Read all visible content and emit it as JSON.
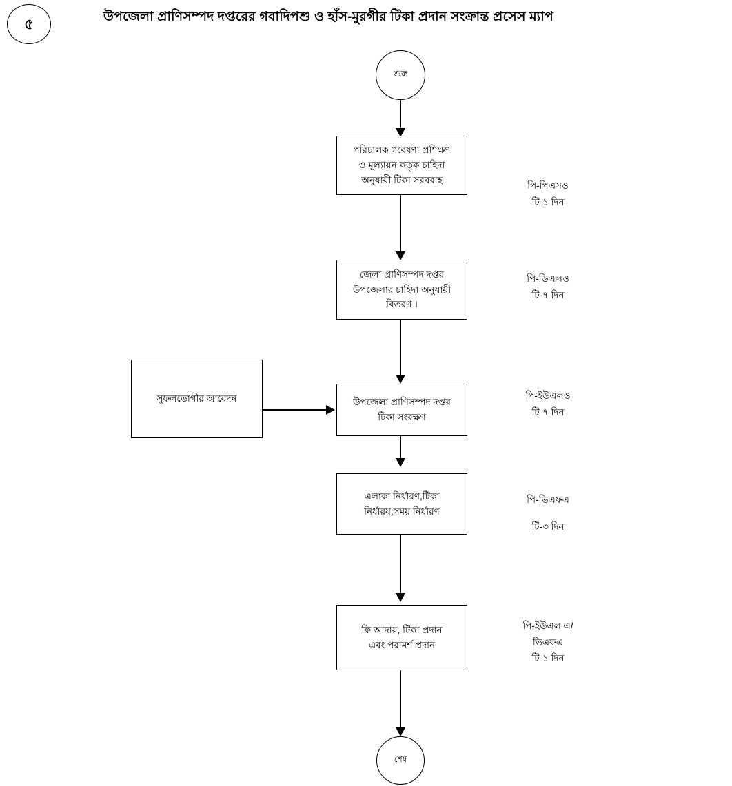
{
  "header": {
    "page_number": "৫",
    "title": "উপজেলা প্রাণিসম্পদ দপ্তরের গবাদিপশু ও হাঁস-মুরগীর টিকা প্রদান সংক্রান্ত  প্রসেস ম্যাপ"
  },
  "chart_data": {
    "type": "diagram",
    "diagram_type": "flowchart",
    "orientation": "top-to-bottom",
    "nodes": [
      {
        "id": "start",
        "shape": "circle",
        "label": "শুরু"
      },
      {
        "id": "step1",
        "shape": "rectangle",
        "label": "পরিচালক গবেষণা প্রশিক্ষণ ও মূল্যায়ন কতৃক চাহিদা অনুযায়ী টিকা সরবরাহ"
      },
      {
        "id": "step2",
        "shape": "rectangle",
        "label": "জেলা প্রাণিসম্পদ দপ্তর উপজেলার চাহিদা অনুযায়ী বিতরণ ।"
      },
      {
        "id": "applicant",
        "shape": "rectangle",
        "label": "সুফলভোগীর আবেদন"
      },
      {
        "id": "step3",
        "shape": "rectangle",
        "label": "উপজেলা প্রাণিসম্পদ দপ্তর টিকা সংরক্ষণ"
      },
      {
        "id": "step4",
        "shape": "rectangle",
        "label": "এলাকা নির্ধারণ,টিকা নির্ধারয়,সময় নির্ধারণ"
      },
      {
        "id": "step5",
        "shape": "rectangle",
        "label": "ফি আদায়, টিকা  প্রদান এবং পরামর্শ প্রদান"
      },
      {
        "id": "end",
        "shape": "circle",
        "label": "শেষ"
      }
    ],
    "edges": [
      {
        "from": "start",
        "to": "step1",
        "direction": "down"
      },
      {
        "from": "step1",
        "to": "step2",
        "direction": "down"
      },
      {
        "from": "step2",
        "to": "step3",
        "direction": "down"
      },
      {
        "from": "applicant",
        "to": "step3",
        "direction": "right"
      },
      {
        "from": "step3",
        "to": "step4",
        "direction": "down"
      },
      {
        "from": "step4",
        "to": "step5",
        "direction": "down"
      },
      {
        "from": "step5",
        "to": "end",
        "direction": "down"
      }
    ],
    "annotations": [
      {
        "for": "step1",
        "text": "পি-পিএসও\nটি-১ দিন"
      },
      {
        "for": "step2",
        "text": "পি-ডিএলও\nটি-৭ দিন"
      },
      {
        "for": "step3",
        "text": "পি-ইউএলও\nটি-৭ দিন"
      },
      {
        "for": "step4",
        "text": "পি-ভিএফএ\nটি-৩ দিন"
      },
      {
        "for": "step5",
        "text": "পি-ইউএল এ/\nভিএফএ\nটি-১ দিন"
      }
    ]
  },
  "nodes": {
    "start": {
      "label": "শুরু"
    },
    "step1": {
      "line1": "পরিচালক গবেষণা প্রশিক্ষণ",
      "line2": "ও মূল্যায়ন কতৃক চাহিদা",
      "line3": "অনুযায়ী টিকা সরবরাহ"
    },
    "step2": {
      "line1": "জেলা প্রাণিসম্পদ দপ্তর",
      "line2": "উপজেলার চাহিদা অনুযায়ী",
      "line3": "বিতরণ ।"
    },
    "applicant": {
      "label": "সুফলভোগীর আবেদন"
    },
    "step3": {
      "line1": "উপজেলা প্রাণিসম্পদ দপ্তর",
      "line2": "টিকা সংরক্ষণ"
    },
    "step4": {
      "line1": "এলাকা নির্ধারণ,টিকা",
      "line2": "নির্ধারয়,সময় নির্ধারণ"
    },
    "step5": {
      "line1": "ফি আদায়, টিকা  প্রদান",
      "line2": "এবং পরামর্শ প্রদান"
    },
    "end": {
      "label": "শেষ"
    }
  },
  "notes": {
    "note1": "পি-পিএসও\nটি-১ দিন",
    "note2": "পি-ডিএলও\nটি-৭ দিন",
    "note3": "পি-ইউএলও\nটি-৭ দিন",
    "note4": "পি-ভিএফএ\nটি-৩ দিন",
    "note5": "পি-ইউএল এ/\nভিএফএ\nটি-১ দিন"
  },
  "colors": {
    "stroke": "#000000",
    "background": "#ffffff"
  }
}
